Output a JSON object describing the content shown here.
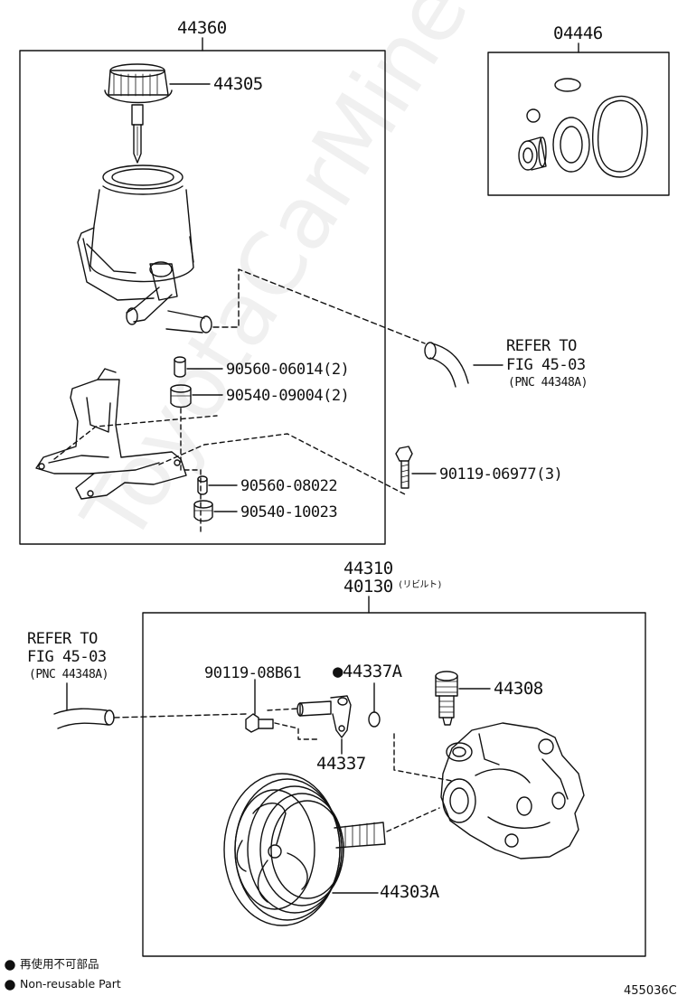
{
  "diagram": {
    "upper_box": {
      "assembly_no": "44360",
      "parts": {
        "cap": "44305",
        "p1": "90560-06014(2)",
        "p2": "90540-09004(2)",
        "p3": "90560-08022",
        "p4": "90540-10023",
        "bolt": "90119-06977(3)"
      },
      "refer": {
        "line1": "REFER TO",
        "line2": "FIG 45-03",
        "line3": "(PNC 44348A)"
      }
    },
    "kit_box": {
      "assembly_no": "04446"
    },
    "lower_box": {
      "assembly_no_1": "44310",
      "assembly_no_2": "40130",
      "rebuilt_note": "(リビルト)",
      "parts": {
        "bolt": "90119-08B61",
        "oring": "●44337A",
        "union": "44337",
        "valve": "44308",
        "pulley": "44303A"
      },
      "refer": {
        "line1": "REFER TO",
        "line2": "FIG 45-03",
        "line3": "(PNC 44348A)"
      }
    },
    "legend": {
      "jp": "再使用不可部品",
      "en": "Non-reusable Part"
    },
    "figure_code": "455036C",
    "watermark": "ToyotaCarMine.ru"
  }
}
